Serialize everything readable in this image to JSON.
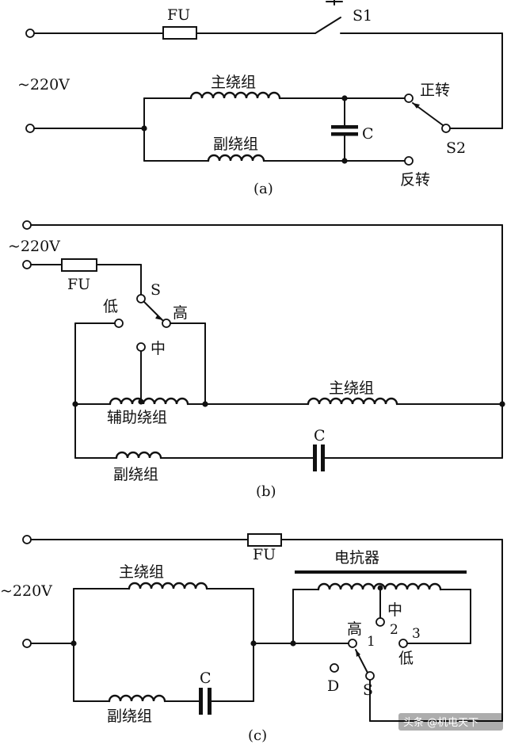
{
  "diagram_a": {
    "fuse_label": "FU",
    "switch_s1_label": "S1",
    "voltage_label": "~220V",
    "main_winding_label": "主绕组",
    "aux_winding_label": "副绕组",
    "capacitor_label": "C",
    "forward_label": "正转",
    "reverse_label": "反转",
    "switch_s2_label": "S2",
    "caption": "(a)"
  },
  "diagram_b": {
    "voltage_label": "~220V",
    "fuse_label": "FU",
    "switch_label": "S",
    "low_label": "低",
    "high_label": "高",
    "mid_label": "中",
    "auxiliary_winding_label": "辅助绕组",
    "main_winding_label": "主绕组",
    "capacitor_label": "C",
    "aux_winding_label": "副绕组",
    "caption": "(b)"
  },
  "diagram_c": {
    "fuse_label": "FU",
    "voltage_label": "~220V",
    "main_winding_label": "主绕组",
    "reactor_label": "电抗器",
    "mid_label": "中",
    "high_label": "高",
    "tap_1": "1",
    "tap_2": "2",
    "tap_3": "3",
    "low_label": "低",
    "terminal_d_label": "D",
    "switch_label": "S",
    "capacitor_label": "C",
    "aux_winding_label": "副绕组",
    "caption": "(c)"
  },
  "watermark": "头条 @机电天下"
}
